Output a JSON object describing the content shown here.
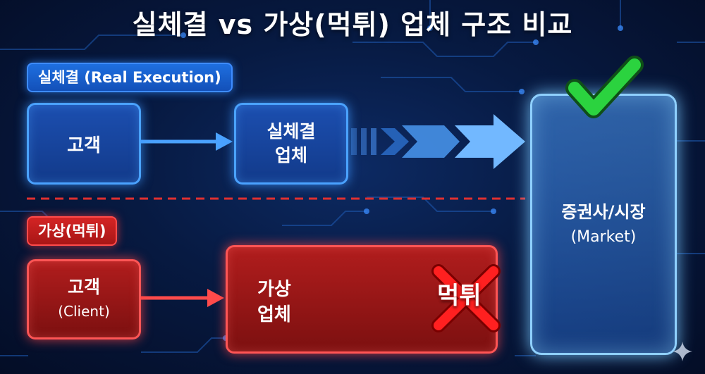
{
  "title": "실체결 vs 가상(먹튀) 업체 구조 비교",
  "real_section": {
    "tag": "실체결 (Real Execution)",
    "customer": "고객",
    "broker_line1": "실체결",
    "broker_line2": "업체"
  },
  "fake_section": {
    "tag": "가상(먹튀)",
    "customer_line1": "고객",
    "customer_line2": "(Client)",
    "broker_line1": "가상",
    "broker_line2": "업체",
    "scam_label": "먹튀"
  },
  "market": {
    "line1": "증권사/시장",
    "line2": "(Market)"
  },
  "colors": {
    "real": "#2f7dff",
    "fake": "#e02a2a",
    "market": "#8fd0ff",
    "check": "#28c83a",
    "cross": "#ff1e1e"
  }
}
